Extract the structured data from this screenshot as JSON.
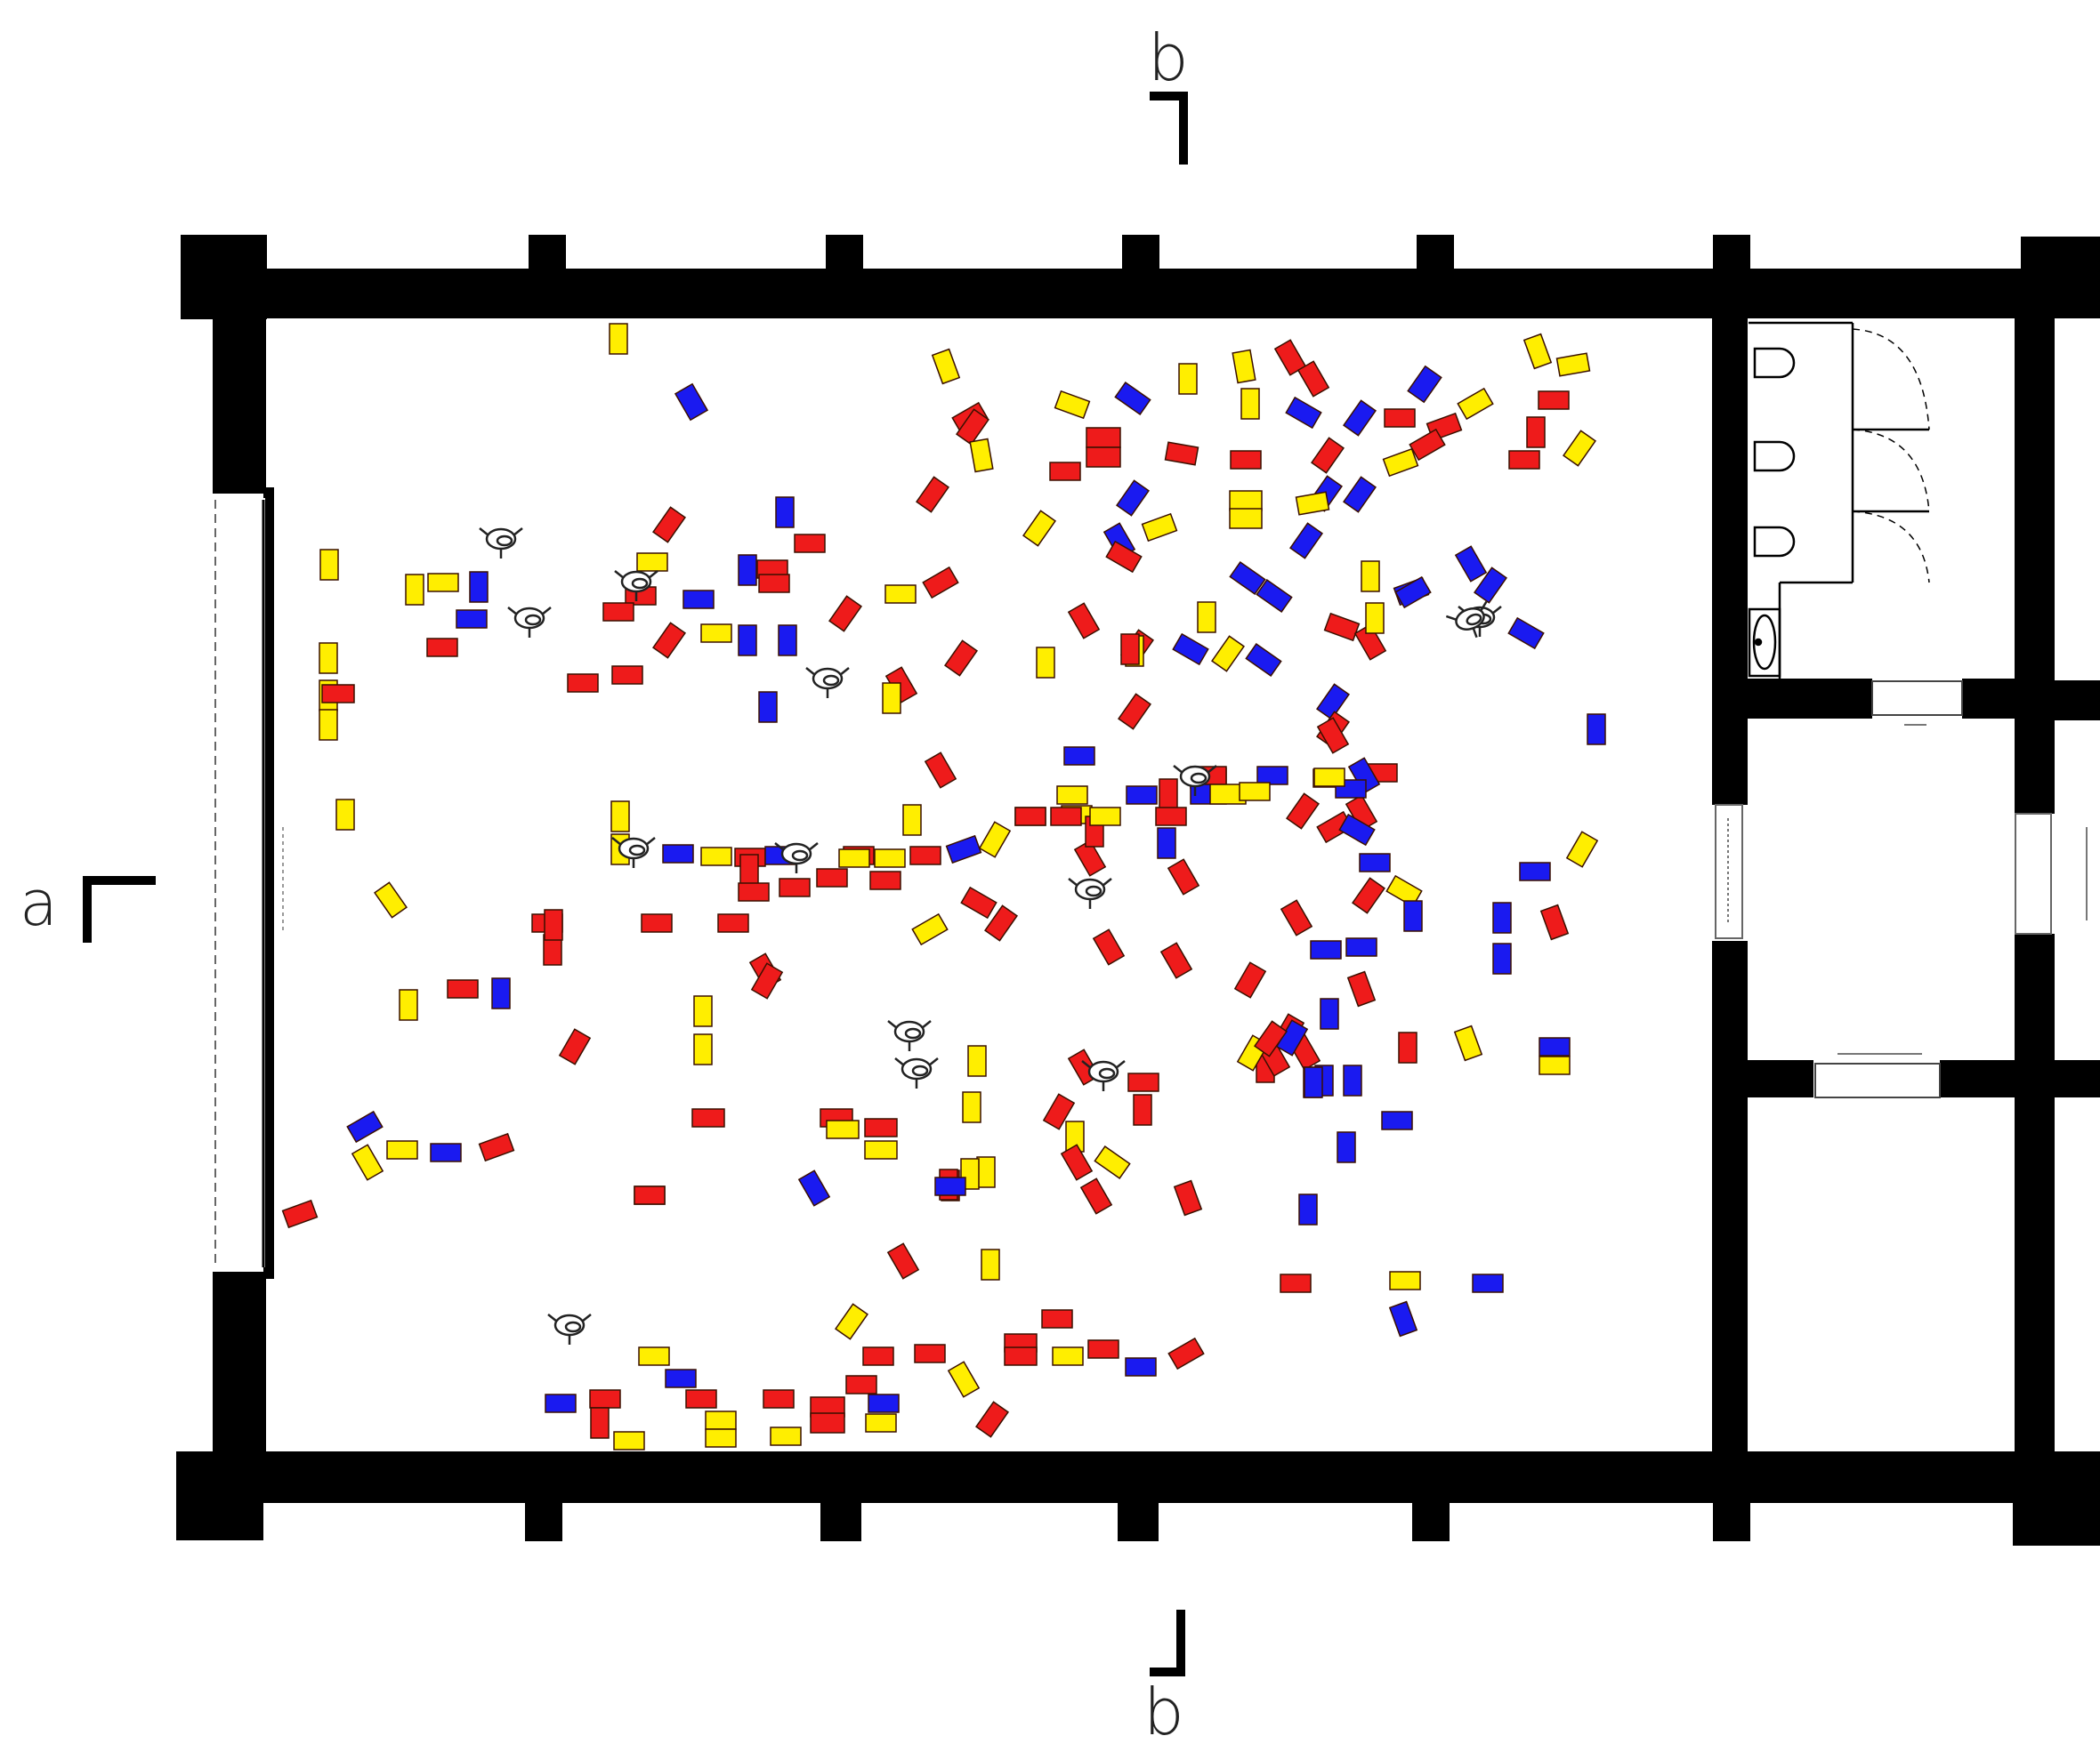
{
  "section_labels": {
    "a_left": "a",
    "b_top": "b",
    "b_bottom": "b"
  },
  "colors": {
    "wall": "#000000",
    "red": "#ee1b1b",
    "yellow": "#ffee00",
    "blue": "#1a1af0",
    "figure_stroke": "#222222",
    "door_dash": "#777777"
  },
  "icons": {
    "toilet": "toilet-icon",
    "sink": "sink-icon",
    "person": "person-figure-icon",
    "section_marker": "section-marker-icon"
  }
}
